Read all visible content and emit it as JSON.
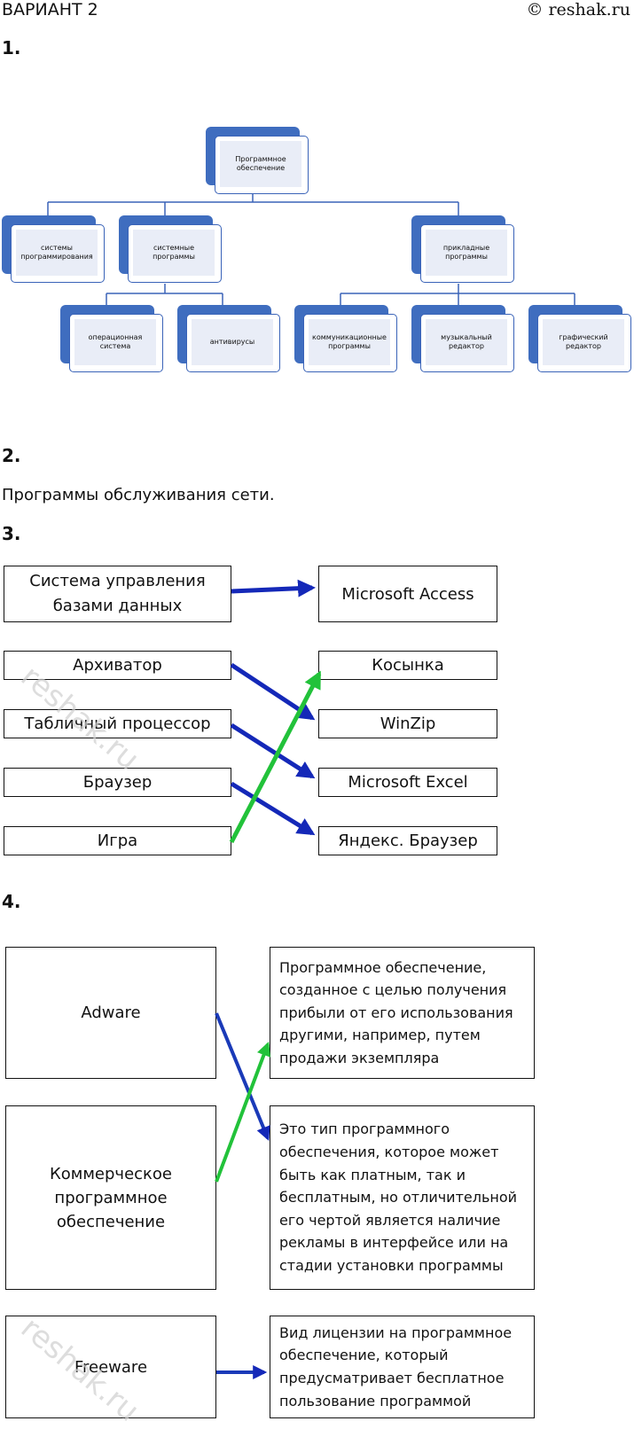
{
  "header": {
    "variant": "ВАРИАНТ 2",
    "copyright": "© reshak.ru"
  },
  "task1": {
    "number": "1.",
    "root": "Программное обеспечение",
    "level2": [
      "системы программирования",
      "системные программы",
      "прикладные программы"
    ],
    "level3": [
      "операционная система",
      "антивирусы",
      "коммуникационные программы",
      "музыкальный редактор",
      "графический редактор"
    ]
  },
  "task2": {
    "number": "2.",
    "answer": "Программы обслуживания сети."
  },
  "task3": {
    "number": "3.",
    "left": [
      "Система управления базами данных",
      "Архиватор",
      "Табличный процессор",
      "Браузер",
      "Игра"
    ],
    "right": [
      "Microsoft Access",
      "Косынка",
      "WinZip",
      "Microsoft Excel",
      "Яндекс. Браузер"
    ]
  },
  "task4": {
    "number": "4.",
    "left": [
      "Adware",
      "Коммерческое программное обеспечение",
      "Freeware"
    ],
    "right": [
      "Программное обеспечение, созданное с целью получения прибыли от его использования другими, например, путем продажи экземпляра",
      "Это тип программного обеспечения, которое может быть как платным, так и бесплатным, но отличительной его чертой является наличие рекламы в интерфейсе или на стадии установки программы",
      "Вид лицензии на программное обеспечение, который предусматривает бесплатное пользование программой"
    ]
  },
  "watermark": "reshak.ru",
  "colors": {
    "blue_arrow": "#1428b8",
    "green_arrow": "#22c23a",
    "node_blue": "#3f6dbf"
  }
}
